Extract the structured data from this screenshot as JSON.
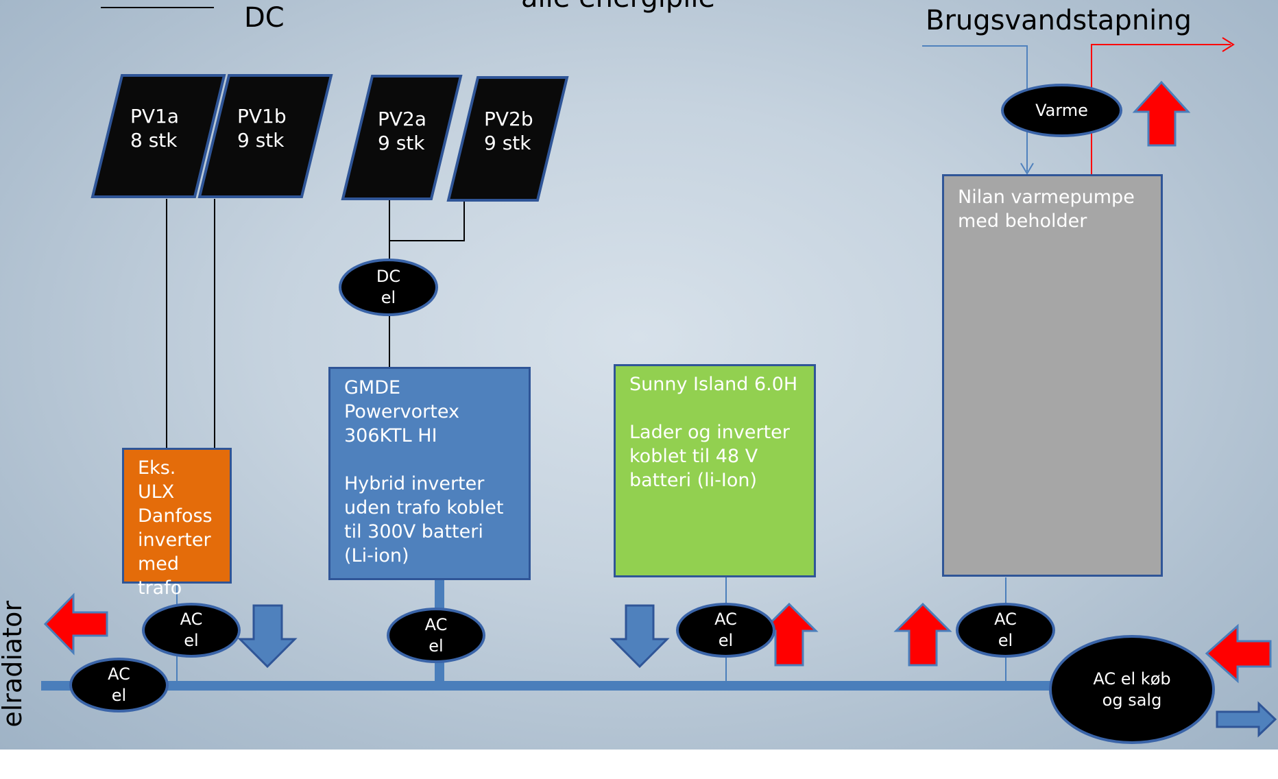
{
  "header": {
    "legend_dc_label": "DC",
    "center_title": "alle energipile",
    "right_title": "Brugsvandstapning",
    "left_vertical_label": "elradiator"
  },
  "panels": {
    "pv1a": "PV1a\n8 stk",
    "pv1b": "PV1b\n9 stk",
    "pv2a": "PV2a\n9 stk",
    "pv2b": "PV2b\n9 stk"
  },
  "boxes": {
    "danfoss": "Eks. ULX\nDanfoss\ninverter\nmed\ntrafo",
    "powervortex": "GMDE Powervortex\n306KTL HI\n\nHybrid inverter\nuden trafo koblet\ntil 300V batteri\n(Li-ion)",
    "sunny_island": "Sunny Island 6.0H\n\nLader og inverter\nkoblet til 48 V\nbatteri (li-Ion)",
    "nilan": "Nilan varmepumpe\nmed beholder"
  },
  "nodes": {
    "dc_el": "DC\nel",
    "ac_el_danfoss": "AC\nel",
    "ac_el_powervortex": "AC\nel",
    "ac_el_sunny": "AC\nel",
    "ac_el_nilan": "AC\nel",
    "ac_el_radiator": "AC\nel",
    "ac_el_grid": "AC el køb\nog salg",
    "varme": "Varme"
  },
  "colors": {
    "panel_fill": "#0a0a0a",
    "panel_border": "#2f5597",
    "danfoss_fill": "#e46c0a",
    "powervortex_fill": "#4f81bd",
    "sunny_island_fill": "#92d050",
    "nilan_fill": "#a6a6a6",
    "ac_bus": "#4a7ebb",
    "arrow_red": "#ff0000",
    "arrow_blue": "#4f81bd",
    "cold_water_line": "#4f81bd",
    "hot_water_line": "#ff0000"
  },
  "icons": {
    "arrow_red_left": "red-left-arrow-icon",
    "arrow_red_up": "red-up-arrow-icon",
    "arrow_blue_down": "blue-down-arrow-icon",
    "arrow_blue_right": "blue-right-arrow-icon"
  }
}
